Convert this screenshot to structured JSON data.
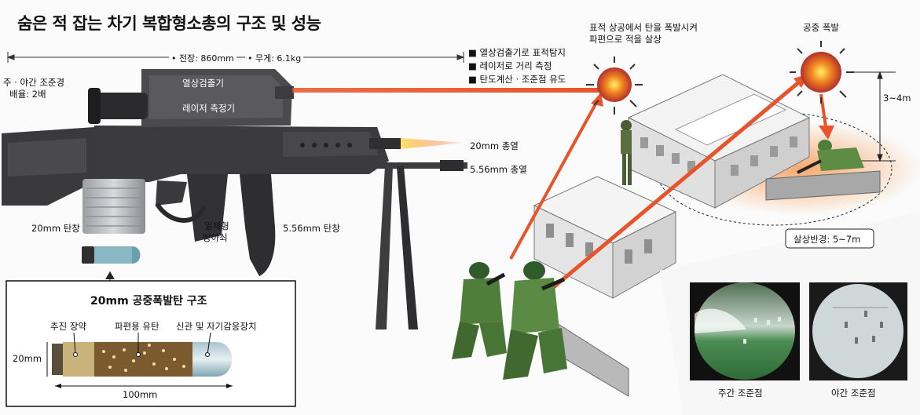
{
  "title": "숨은 적 잡는 차기 복합형소총의 구조 및 성능",
  "specs": {
    "length": "• 전장: 860mm",
    "weight": "• 무게: 6.1kg"
  },
  "weapon_labels": {
    "scope": "주 · 야간 조준경",
    "magnification": "배율: 2배",
    "thermal": "열상검출기",
    "laser": "레이저 측정기",
    "mm20_fire": "20mm 총열",
    "mm556_fire": "5.56mm 총열",
    "mag20": "20mm 탄창",
    "mag556": "5.56mm 탄창",
    "integrated1": "일체형",
    "integrated2": "방아쇠"
  },
  "functions": [
    "■ 열상검출기로 표적탐지",
    "■ 레이저로 거리 측정",
    "■ 탄도계산 · 조준점 유도"
  ],
  "ammo": {
    "title": "20mm 공중폭발탄 구조",
    "propellant": "추진 장약",
    "fragment": "파편용 유탄",
    "fuze": "신관 및 자기감응장치",
    "diameter": "20mm",
    "length": "100mm"
  },
  "scene": {
    "burst_desc1": "표적 상공에서 탄을 폭발시켜",
    "burst_desc2": "파편으로 적을 살상",
    "airburst": "공중 폭발",
    "height": "3~4m",
    "radius": "살상반경: 5~7m"
  },
  "scopes": {
    "day": "주간 조준점",
    "night": "야간 조준점"
  },
  "colors": {
    "laser": "#e8542a",
    "rifle": "#3b3b3d",
    "soldier": "#4f7d3a",
    "ammo_body": "#7a5a2e",
    "night_scope": "#cfd8d8",
    "day_scope": "#3f8a4a"
  }
}
